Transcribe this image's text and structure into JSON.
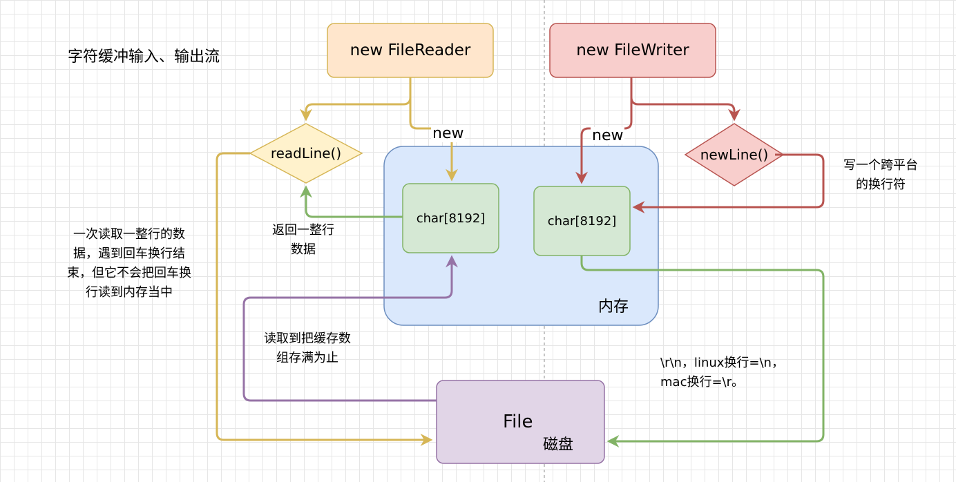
{
  "title": "字符缓冲输入、输出流",
  "nodes": {
    "file_reader": "new FileReader",
    "file_writer": "new FileWriter",
    "read_line": "readLine()",
    "new_line": "newLine()",
    "memory_label": "内存",
    "buffer_reader": "char[8192]",
    "buffer_writer": "char[8192]",
    "file_label": "File",
    "disk_label": "磁盘"
  },
  "labels": {
    "new_left": "new",
    "new_right": "new",
    "return_line": [
      "返回一整行",
      "数据"
    ],
    "read_line_desc": [
      "一次读取一整行的数",
      "据，遇到回车换行结",
      "束，但它不会把回车换",
      "行读到内存当中"
    ],
    "fill_buffer": [
      "读取到把缓存数",
      "组存满为止"
    ],
    "write_newline": [
      "写一个跨平台",
      "的换行符"
    ],
    "line_endings": [
      "\\r\\n，linux换行=\\n，",
      "mac换行=\\r。"
    ]
  },
  "colors": {
    "reader_fill": "#ffe6cc",
    "reader_stroke": "#d6b656",
    "writer_fill": "#f8cecc",
    "writer_stroke": "#b85450",
    "readline_fill": "#fff2cc",
    "readline_stroke": "#d6b656",
    "newline_fill": "#f8cecc",
    "newline_stroke": "#b85450",
    "memory_fill": "#dae8fc",
    "memory_stroke": "#6c8ebf",
    "buffer_fill": "#d5e8d4",
    "buffer_stroke": "#82b366",
    "file_fill": "#e1d5e7",
    "file_stroke": "#9673a6",
    "yellow_arrow": "#d6b656",
    "red_arrow": "#b85450",
    "green_arrow": "#82b366",
    "purple_arrow": "#9673a6",
    "divider": "#b3b3b3"
  }
}
